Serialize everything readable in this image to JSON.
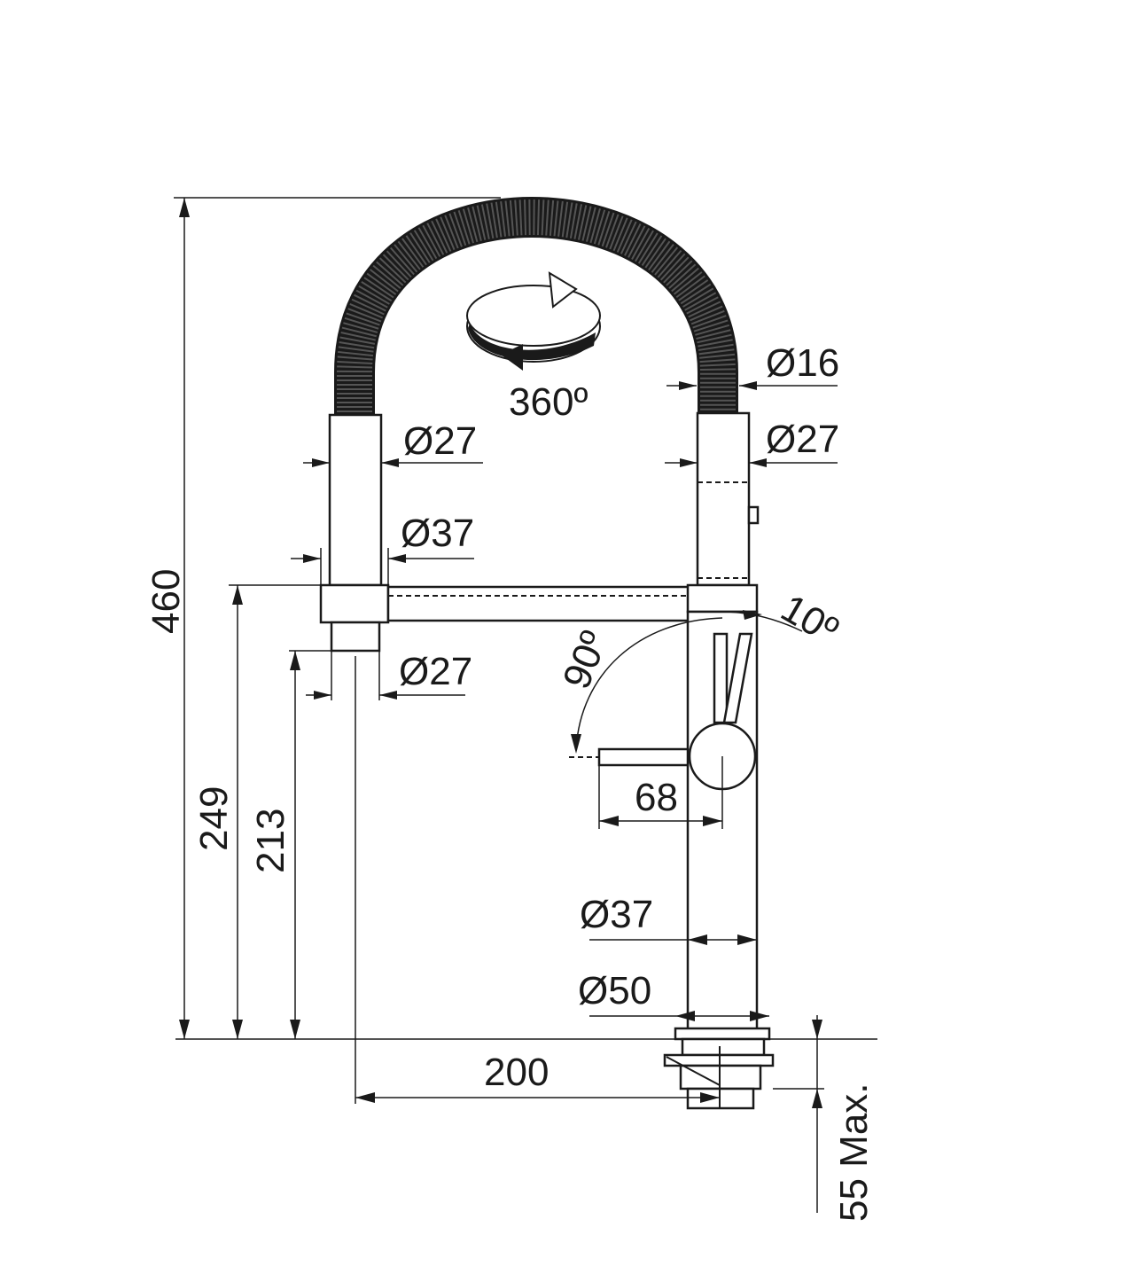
{
  "dimensions": {
    "total_height": "460",
    "spout_height": "249",
    "outlet_height": "213",
    "reach": "200",
    "max_deck_thickness": "55 Max.",
    "hose_diameter": "Ø16",
    "spray_head_diameter": "Ø27",
    "hose_holder_diameter": "Ø27",
    "holder_ring_diameter": "Ø37",
    "holder_outlet_diameter": "Ø27",
    "body_diameter": "Ø37",
    "base_diameter": "Ø50",
    "lever_length": "68",
    "rotation": "360º",
    "lever_angle_side": "90º",
    "lever_angle_back": "10º"
  },
  "colors": {
    "line": "#1a1a1a",
    "background": "#ffffff"
  }
}
